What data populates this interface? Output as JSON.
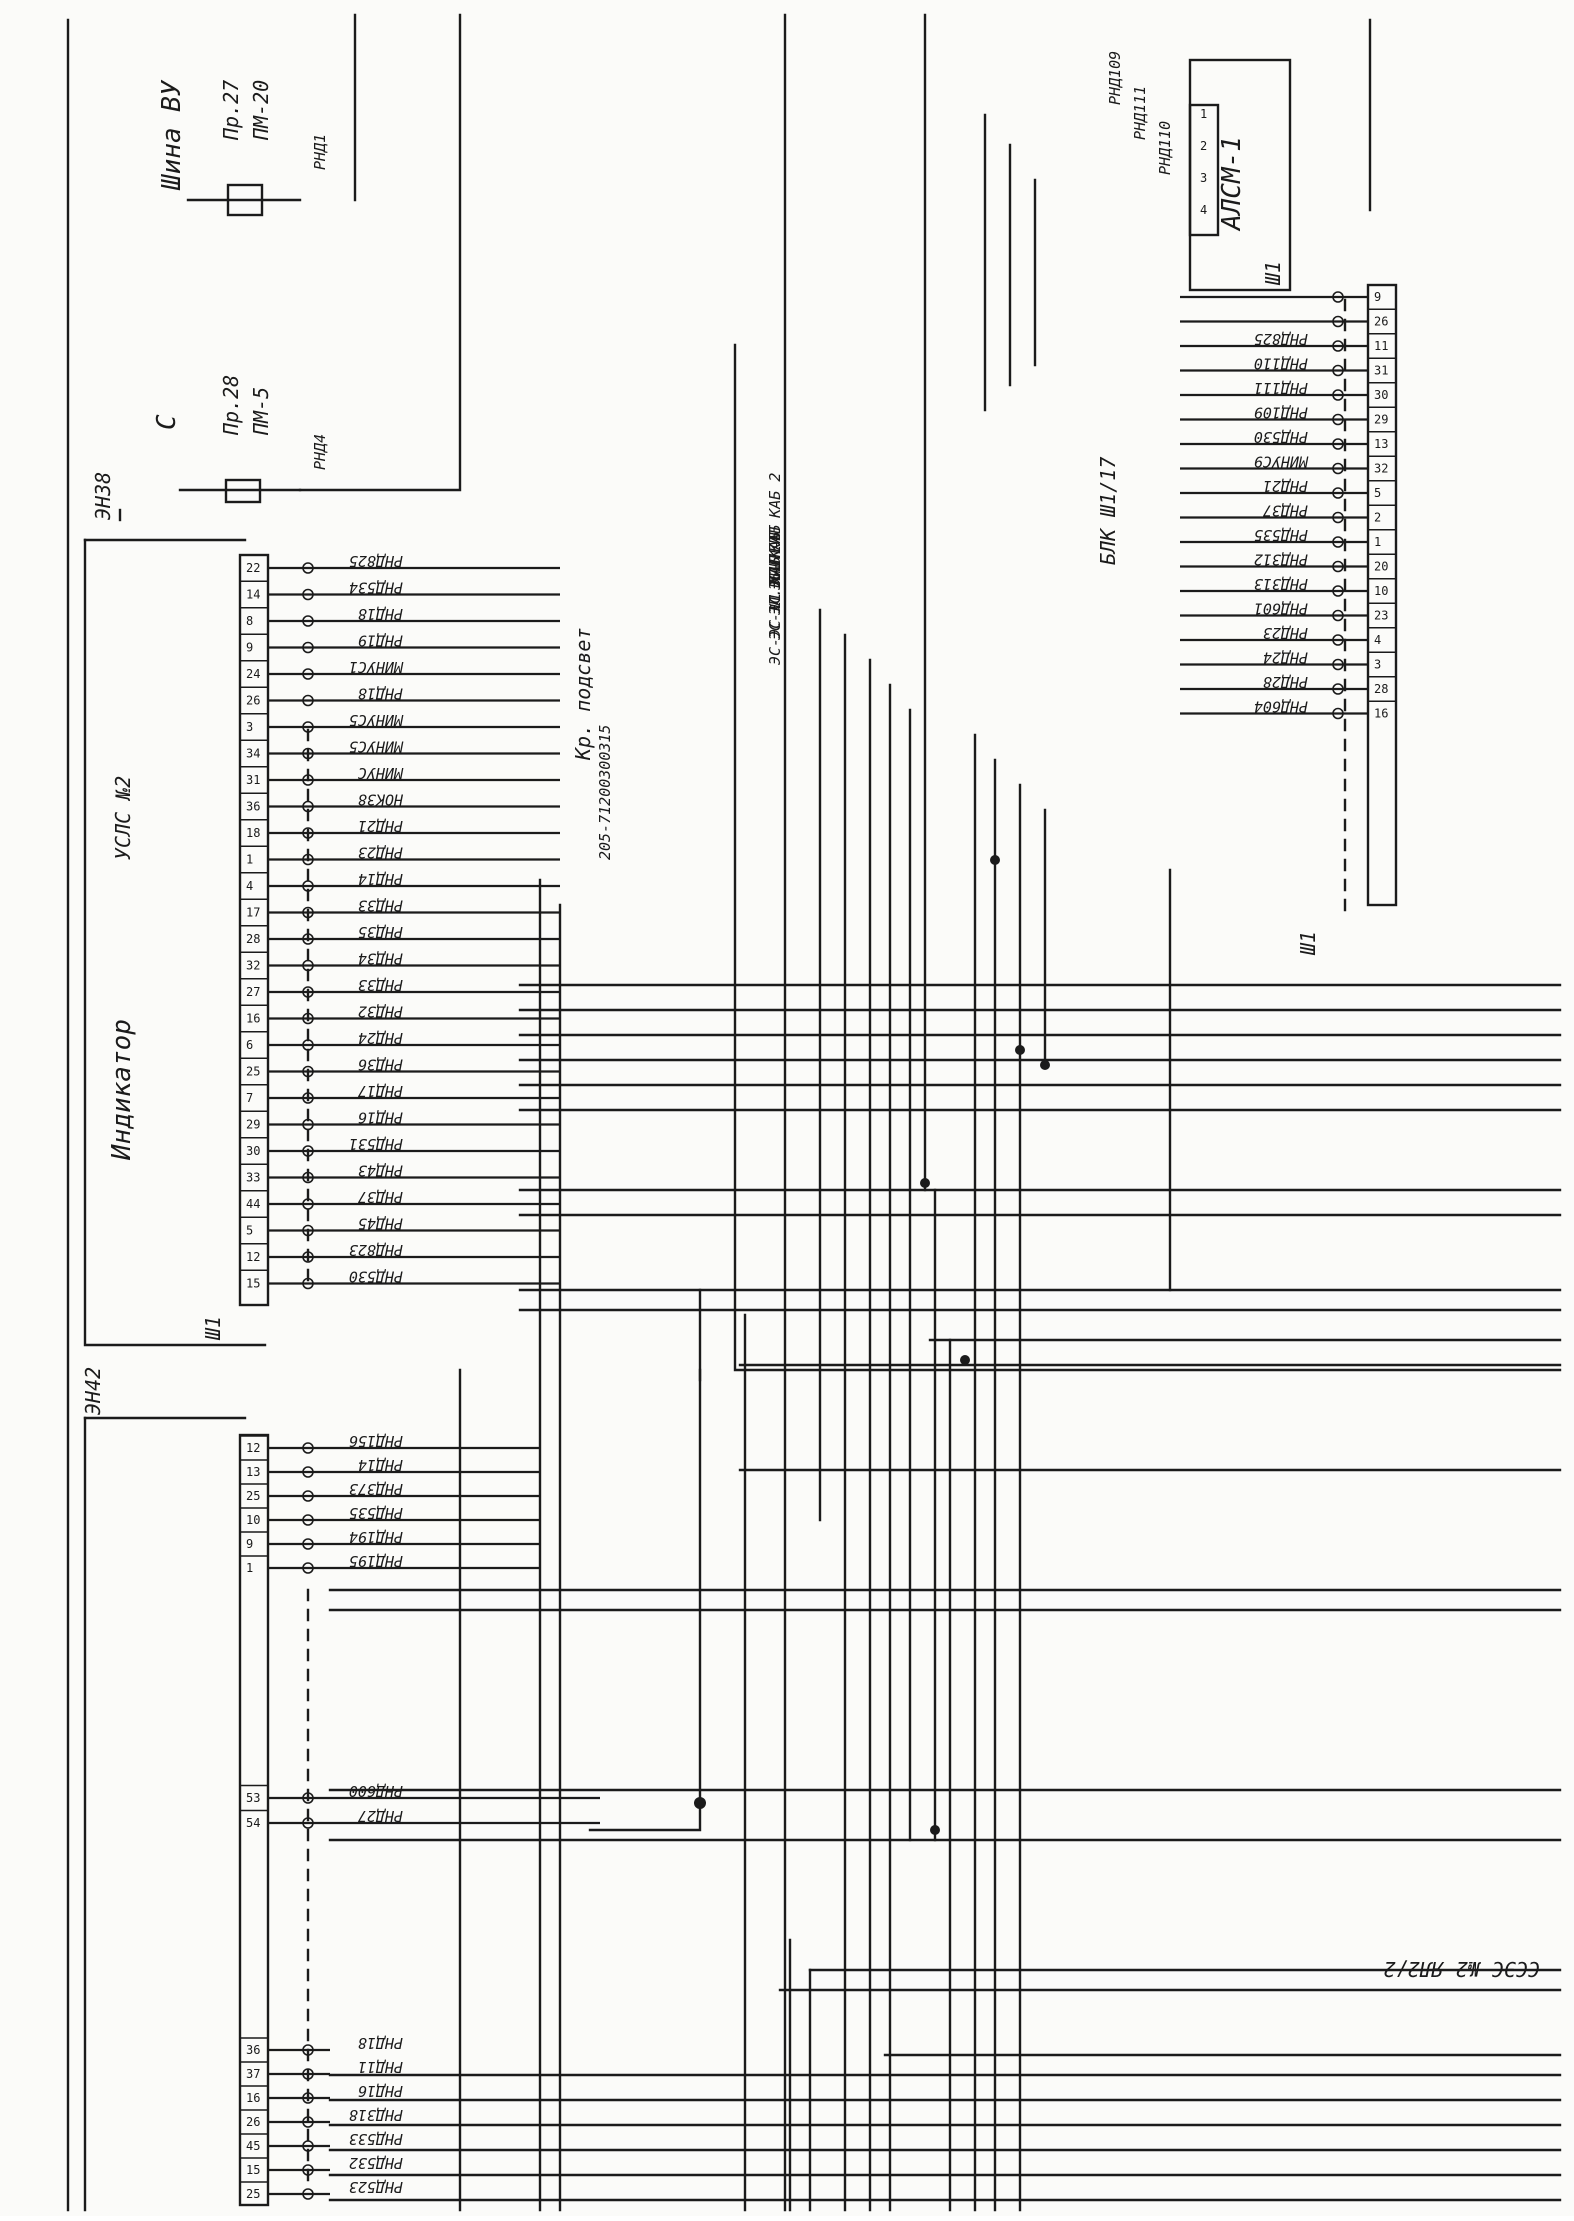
{
  "colors": {
    "ink": "#1b1b1b",
    "paper": "#fbfbf9"
  },
  "blocks": {
    "shina": {
      "title": "Шина ВУ",
      "fuse": "Пр.27",
      "fuse_sub": "ПМ-20",
      "wire": "РНД1"
    },
    "c_block": {
      "title": "С",
      "fuse": "Пр.28",
      "fuse_sub": "ПМ-5",
      "wire": "РНД4",
      "code": "ЭН38"
    },
    "alsm": {
      "title": "АЛСМ-1",
      "pins": [
        "1",
        "2",
        "3",
        "4"
      ],
      "wires": [
        "РНД109",
        "РНД111",
        "РНД110"
      ],
      "connector": "Ш1"
    },
    "indicator": {
      "title": "Индикатор",
      "subtitle": "УСЛС №2",
      "connector": "Ш1"
    },
    "bottom_block": {
      "code": "ЭН42"
    },
    "blk": {
      "title": "БЛК Ш1/17",
      "connector": "Ш1"
    }
  },
  "notes": [
    "ЭС-ПЕЛП КАБ 2",
    "ЭЛ.ВЫШ.КАБ",
    "ЭС-ЭС ЛП-КАБ",
    "ЭС-ЭС №1 КАБ",
    "Кр. подсвет",
    "205-71200300315"
  ],
  "bottom_right_note": "ССЭС №2 ЯЛ2/2",
  "indicator_rows": [
    {
      "pin": "22",
      "wire": "РНД825"
    },
    {
      "pin": "14",
      "wire": "РНД534"
    },
    {
      "pin": "8",
      "wire": "РНД18"
    },
    {
      "pin": "9",
      "wire": "РНД19"
    },
    {
      "pin": "24",
      "wire": "МИНУС1"
    },
    {
      "pin": "26",
      "wire": "РНД18"
    },
    {
      "pin": "3",
      "wire": "МИНУС5"
    },
    {
      "pin": "34",
      "wire": "МИНУС5"
    },
    {
      "pin": "31",
      "wire": "МИНУС"
    },
    {
      "pin": "36",
      "wire": "НОК38"
    },
    {
      "pin": "18",
      "wire": "РНД21"
    },
    {
      "pin": "1",
      "wire": "РНД23"
    },
    {
      "pin": "4",
      "wire": "РНД14"
    },
    {
      "pin": "17",
      "wire": "РНД33"
    },
    {
      "pin": "28",
      "wire": "РНД35"
    },
    {
      "pin": "32",
      "wire": "РНД34"
    },
    {
      "pin": "27",
      "wire": "РНД33"
    },
    {
      "pin": "16",
      "wire": "РНД32"
    },
    {
      "pin": "6",
      "wire": "РНД24"
    },
    {
      "pin": "25",
      "wire": "РНД36"
    },
    {
      "pin": "7",
      "wire": "РНД17"
    },
    {
      "pin": "29",
      "wire": "РНД16"
    },
    {
      "pin": "30",
      "wire": "РНД531"
    },
    {
      "pin": "33",
      "wire": "РНД43"
    },
    {
      "pin": "44",
      "wire": "РНД37"
    },
    {
      "pin": "5",
      "wire": "РНД45"
    },
    {
      "pin": "12",
      "wire": "РНД823"
    },
    {
      "pin": "15",
      "wire": "РНД530"
    }
  ],
  "blk_rows": [
    {
      "pin": "9",
      "wire": ""
    },
    {
      "pin": "26",
      "wire": ""
    },
    {
      "pin": "11",
      "wire": "РНД825"
    },
    {
      "pin": "31",
      "wire": "РНД110"
    },
    {
      "pin": "30",
      "wire": "РНД111"
    },
    {
      "pin": "29",
      "wire": "РНД109"
    },
    {
      "pin": "13",
      "wire": "РНД530"
    },
    {
      "pin": "32",
      "wire": "МИНУС9"
    },
    {
      "pin": "5",
      "wire": "РНД21"
    },
    {
      "pin": "2",
      "wire": "РНД37"
    },
    {
      "pin": "1",
      "wire": "РНД535"
    },
    {
      "pin": "20",
      "wire": "РНД312"
    },
    {
      "pin": "10",
      "wire": "РНД313"
    },
    {
      "pin": "23",
      "wire": "РНД601"
    },
    {
      "pin": "4",
      "wire": "РНД23"
    },
    {
      "pin": "3",
      "wire": "РНД24"
    },
    {
      "pin": "28",
      "wire": "РНД28"
    },
    {
      "pin": "16",
      "wire": "РНД604"
    }
  ],
  "en42_rows": [
    {
      "pin": "12",
      "wire": "РНД156"
    },
    {
      "pin": "13",
      "wire": "РНД14"
    },
    {
      "pin": "25",
      "wire": "РНД373"
    },
    {
      "pin": "10",
      "wire": "РНД535"
    },
    {
      "pin": "9",
      "wire": "РНД194"
    },
    {
      "pin": "1",
      "wire": "РНД195"
    }
  ],
  "en42_mid_rows": [
    {
      "pin": "53",
      "wire": "РНД600"
    },
    {
      "pin": "54",
      "wire": "РНД27"
    }
  ],
  "en42_bottom_rows": [
    {
      "pin": "36",
      "wire": "РНД18"
    },
    {
      "pin": "37",
      "wire": "РНД11"
    },
    {
      "pin": "16",
      "wire": "РНД16"
    },
    {
      "pin": "26",
      "wire": "РНД318"
    },
    {
      "pin": "45",
      "wire": "РНД533"
    },
    {
      "pin": "15",
      "wire": "РНД532"
    },
    {
      "pin": "25",
      "wire": "РНД523"
    }
  ]
}
